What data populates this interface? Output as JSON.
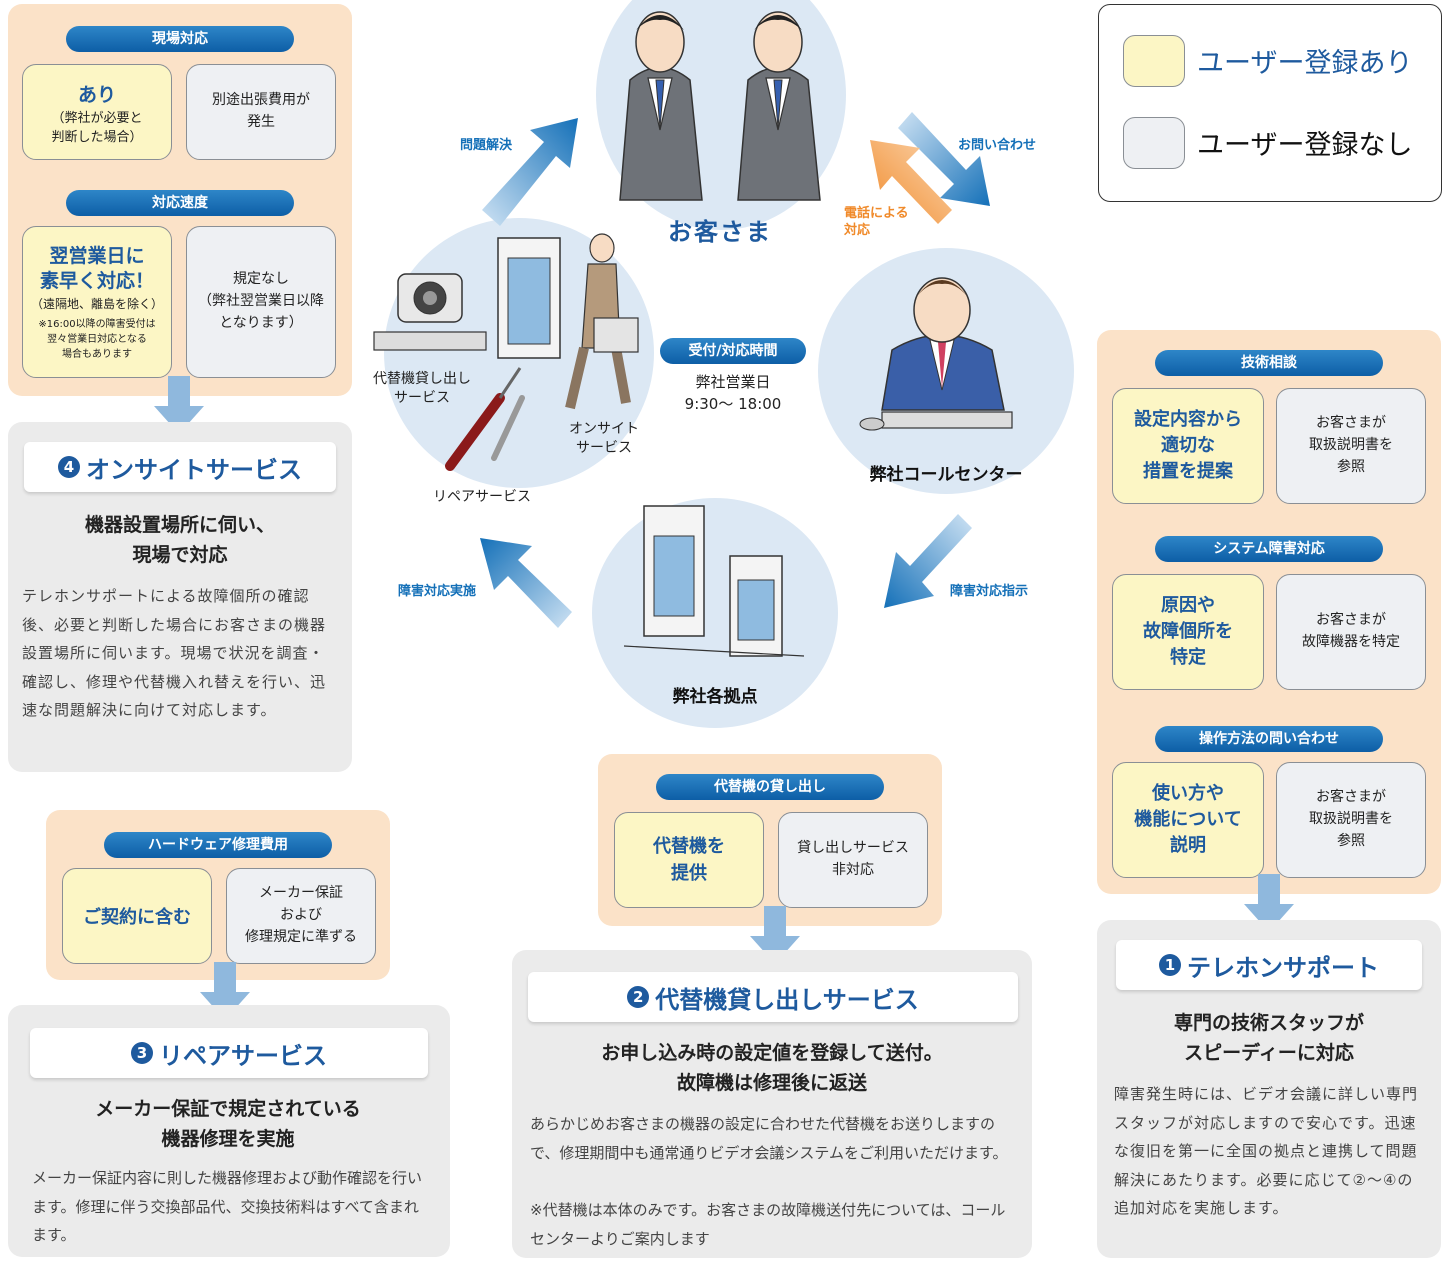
{
  "legend": {
    "with_reg": "ユーザー登録あり",
    "without_reg": "ユーザー登録なし"
  },
  "onsite_block": {
    "pill1": "現場対応",
    "y1_title": "あり",
    "y1_sub1": "（弊社が必要と",
    "y1_sub2": "判断した場合）",
    "g1_l1": "別途出張費用が",
    "g1_l2": "発生",
    "pill2": "対応速度",
    "y2_t1": "翌営業日に",
    "y2_t2": "素早く対応！",
    "y2_sub": "（遠隔地、離島を除く）",
    "y2_note1": "※16:00以降の障害受付は",
    "y2_note2": "翌々営業日対応となる",
    "y2_note3": "場合もあります",
    "g2_l1": "規定なし",
    "g2_l2": "（弊社翌営業日以降",
    "g2_l3": "となります）"
  },
  "service4": {
    "num": "4",
    "title": "オンサイトサービス",
    "head1": "機器設置場所に伺い、",
    "head2": "現場で対応",
    "body": "テレホンサポートによる故障個所の確認後、必要と判断した場合にお客さまの機器設置場所に伺います。現場で状況を調査・確認し、修理や代替機入れ替えを行い、迅速な問題解決に向けて対応します。"
  },
  "repair_block": {
    "pill": "ハードウェア修理費用",
    "y": "ご契約に含む",
    "g1": "メーカー保証",
    "g2": "および",
    "g3": "修理規定に準ずる"
  },
  "service3": {
    "num": "3",
    "title": "リペアサービス",
    "head1": "メーカー保証で規定されている",
    "head2": "機器修理を実施",
    "body": "メーカー保証内容に則した機器修理および動作確認を行います。修理に伴う交換部品代、交換技術料はすべて含まれます。"
  },
  "loan_block": {
    "pill": "代替機の貸し出し",
    "y1": "代替機を",
    "y2": "提供",
    "g1": "貸し出しサービス",
    "g2": "非対応"
  },
  "service2": {
    "num": "2",
    "title": "代替機貸し出しサービス",
    "head1": "お申し込み時の設定値を登録して送付。",
    "head2": "故障機は修理後に返送",
    "body1": "あらかじめお客さまの機器の設定に合わせた代替機をお送りしますので、修理期間中も通常通りビデオ会議システムをご利用いただけます。",
    "body2": "※代替機は本体のみです。お客さまの故障機送付先については、コールセンターよりご案内します"
  },
  "tech_block": {
    "pill1": "技術相談",
    "y1_1": "設定内容から",
    "y1_2": "適切な",
    "y1_3": "措置を提案",
    "g1_1": "お客さまが",
    "g1_2": "取扱説明書を",
    "g1_3": "参照",
    "pill2": "システム障害対応",
    "y2_1": "原因や",
    "y2_2": "故障個所を",
    "y2_3": "特定",
    "g2_1": "お客さまが",
    "g2_2": "故障機器を特定",
    "pill3": "操作方法の問い合わせ",
    "y3_1": "使い方や",
    "y3_2": "機能について",
    "y3_3": "説明",
    "g3_1": "お客さまが",
    "g3_2": "取扱説明書を",
    "g3_3": "参照"
  },
  "service1": {
    "num": "1",
    "title": "テレホンサポート",
    "head1": "専門の技術スタッフが",
    "head2": "スピーディーに対応",
    "body": "障害発生時には、ビデオ会議に詳しい専門スタッフが対応しますので安心です。迅速な復旧を第一に全国の拠点と連携して問題解決にあたります。必要に応じて②〜④の追加対応を実施します。"
  },
  "center": {
    "customer": "お客さま",
    "callcenter": "弊社コールセンター",
    "bases": "弊社各拠点",
    "arrow_solve": "問題解決",
    "arrow_inquiry": "お問い合わせ",
    "arrow_phone1": "電話による",
    "arrow_phone2": "対応",
    "arrow_instruct": "障害対応指示",
    "arrow_execute": "障害対応実施",
    "hours_pill": "受付/対応時間",
    "hours1": "弊社営業日",
    "hours2": "9:30〜 18:00",
    "loan_label1": "代替機貸し出し",
    "loan_label2": "サービス",
    "onsite_label1": "オンサイト",
    "onsite_label2": "サービス",
    "repair_label": "リペアサービス"
  },
  "colors": {
    "blue": "#1e5a9e",
    "peach": "#fbe2c8",
    "yellow": "#fcf6c5",
    "gray": "#ebebeb"
  }
}
